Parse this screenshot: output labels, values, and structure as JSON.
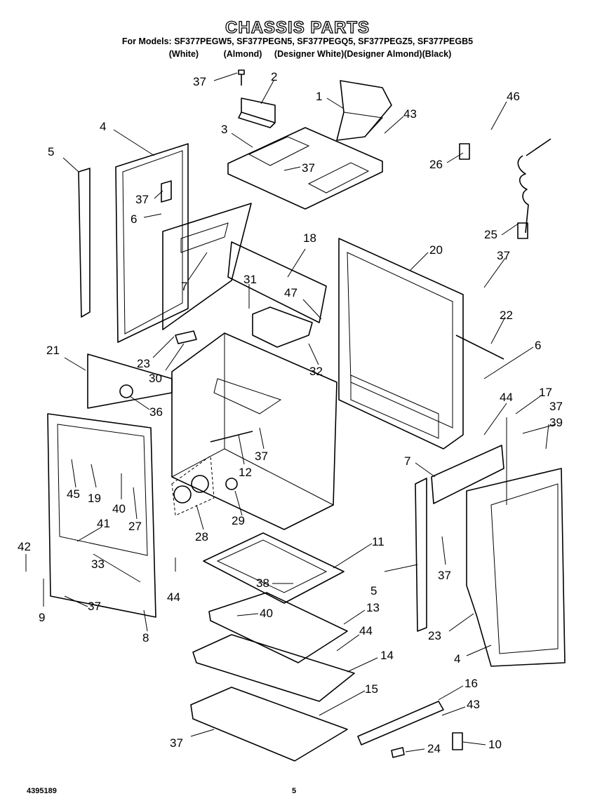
{
  "header": {
    "title": "CHASSIS PARTS",
    "models": "For Models: SF377PEGW5, SF377PEGN5, SF377PEGQ5, SF377PEGZ5, SF377PEGB5",
    "colors": [
      "(White)",
      "(Almond)",
      "(Designer White)(Designer Almond)(Black)"
    ]
  },
  "footer": {
    "doc_number": "4395189",
    "page_number": "5"
  },
  "callouts": [
    "37",
    "2",
    "1",
    "43",
    "46",
    "4",
    "3",
    "37",
    "5",
    "37",
    "26",
    "6",
    "25",
    "18",
    "20",
    "37",
    "7",
    "31",
    "47",
    "22",
    "23",
    "21",
    "30",
    "32",
    "6",
    "36",
    "44",
    "17",
    "37",
    "39",
    "37",
    "12",
    "7",
    "45",
    "19",
    "40",
    "27",
    "29",
    "41",
    "42",
    "28",
    "11",
    "33",
    "44",
    "38",
    "5",
    "37",
    "9",
    "37",
    "8",
    "40",
    "13",
    "23",
    "44",
    "14",
    "4",
    "15",
    "16",
    "43",
    "37",
    "24",
    "10"
  ]
}
